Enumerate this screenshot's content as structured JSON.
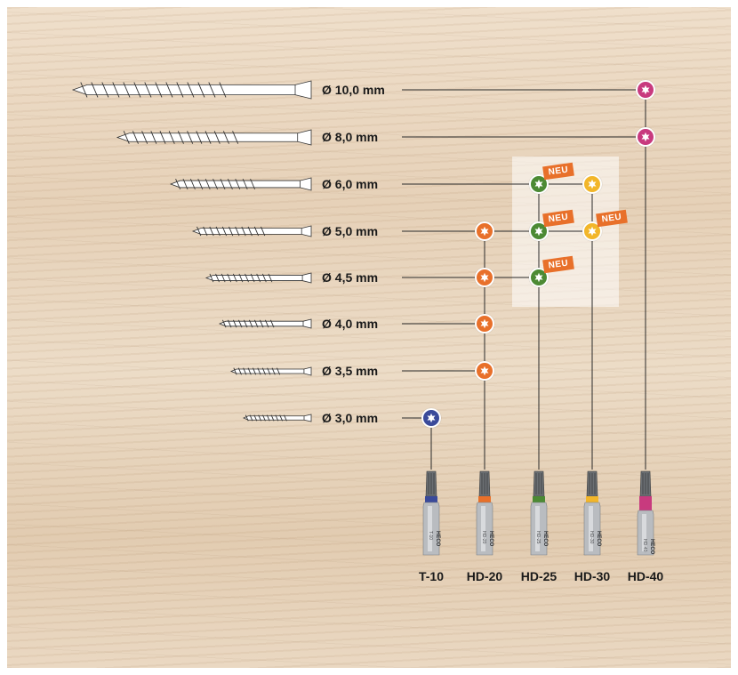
{
  "screws": [
    {
      "label": "Ø 10,0 mm",
      "len": 270,
      "w": 20
    },
    {
      "label": "Ø 8,0 mm",
      "len": 220,
      "w": 17
    },
    {
      "label": "Ø 6,0 mm",
      "len": 160,
      "w": 14
    },
    {
      "label": "Ø 5,0 mm",
      "len": 135,
      "w": 12
    },
    {
      "label": "Ø 4,5 mm",
      "len": 120,
      "w": 11
    },
    {
      "label": "Ø 4,0 mm",
      "len": 105,
      "w": 10
    },
    {
      "label": "Ø 3,5 mm",
      "len": 92,
      "w": 9
    },
    {
      "label": "Ø 3,0 mm",
      "len": 78,
      "w": 8
    }
  ],
  "bits": [
    {
      "label": "T-10",
      "color": "#3a4a9a",
      "code": "T-10"
    },
    {
      "label": "HD-20",
      "color": "#e8702a",
      "code": "HD-20"
    },
    {
      "label": "HD-25",
      "color": "#4c8a34",
      "code": "HD-25"
    },
    {
      "label": "HD-30",
      "color": "#f2b62a",
      "code": "HD-30"
    },
    {
      "label": "HD-40",
      "color": "#c83a7e",
      "code": "HD-40"
    }
  ],
  "brand": "HECO",
  "badge_text": "NEU",
  "matches": [
    {
      "screw": 7,
      "bit": 0,
      "neu": false
    },
    {
      "screw": 6,
      "bit": 1,
      "neu": false
    },
    {
      "screw": 5,
      "bit": 1,
      "neu": false
    },
    {
      "screw": 4,
      "bit": 1,
      "neu": false
    },
    {
      "screw": 3,
      "bit": 1,
      "neu": false
    },
    {
      "screw": 4,
      "bit": 2,
      "neu": true
    },
    {
      "screw": 3,
      "bit": 2,
      "neu": true
    },
    {
      "screw": 2,
      "bit": 2,
      "neu": true
    },
    {
      "screw": 3,
      "bit": 3,
      "neu": true
    },
    {
      "screw": 2,
      "bit": 3,
      "neu": false
    },
    {
      "screw": 1,
      "bit": 4,
      "neu": false
    },
    {
      "screw": 0,
      "bit": 4,
      "neu": false
    }
  ]
}
